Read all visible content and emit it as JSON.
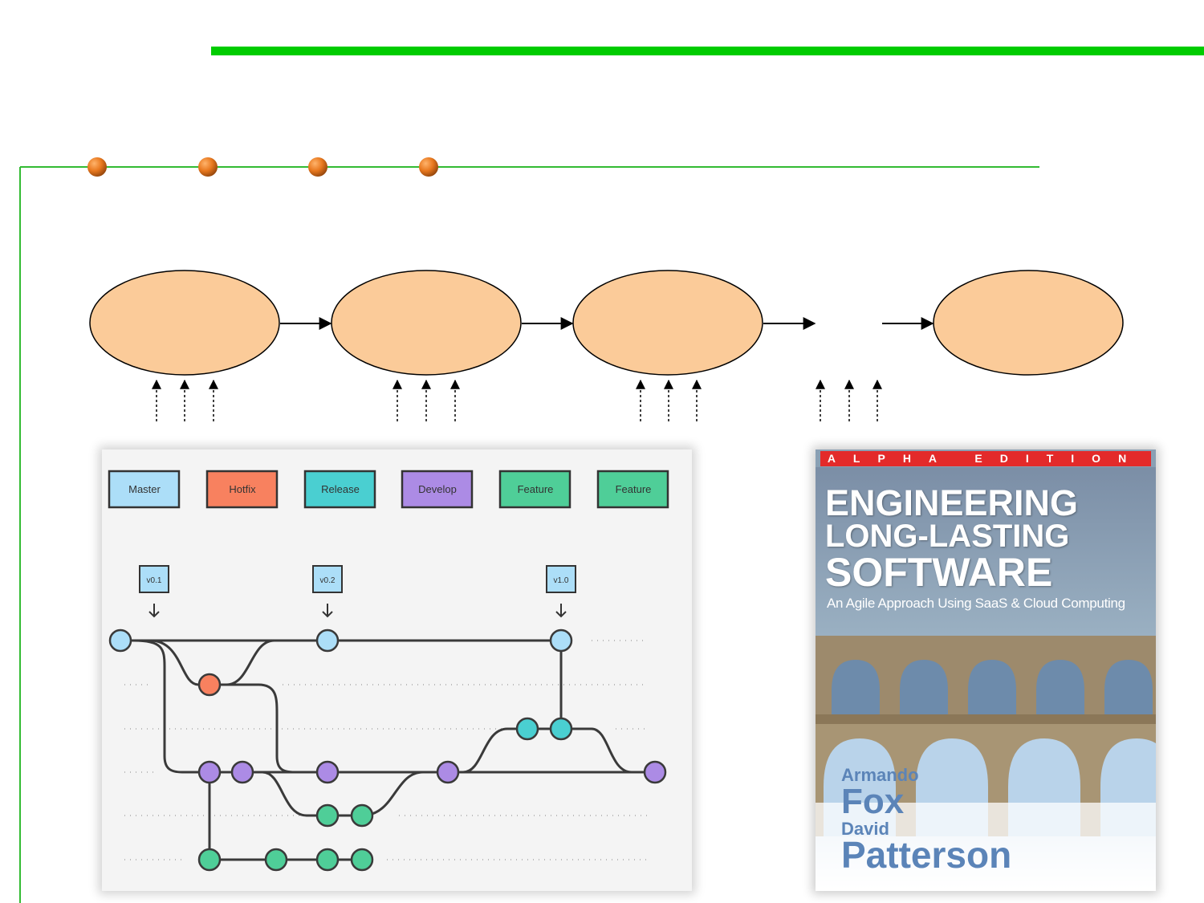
{
  "slide": {
    "accent_color": "#00cc00",
    "bullet_color": "#e8781e",
    "oval_fill": "#fbcb99"
  },
  "git_diagram": {
    "legend": [
      {
        "label": "Master",
        "color": "#acdef8"
      },
      {
        "label": "Hotfix",
        "color": "#f8815f"
      },
      {
        "label": "Release",
        "color": "#4acfd1"
      },
      {
        "label": "Develop",
        "color": "#ac8be5"
      },
      {
        "label": "Feature",
        "color": "#4fce98"
      },
      {
        "label": "Feature",
        "color": "#4fce98"
      }
    ],
    "tags": [
      "v0.1",
      "v0.2",
      "v1.0"
    ]
  },
  "book": {
    "edition": "ALPHA EDITION",
    "title_lines": [
      "ENGINEERING",
      "LONG-LASTING",
      "SOFTWARE"
    ],
    "subtitle": "An Agile Approach Using SaaS & Cloud Computing",
    "authors": [
      "Armando",
      "Fox",
      "David",
      "Patterson"
    ]
  }
}
